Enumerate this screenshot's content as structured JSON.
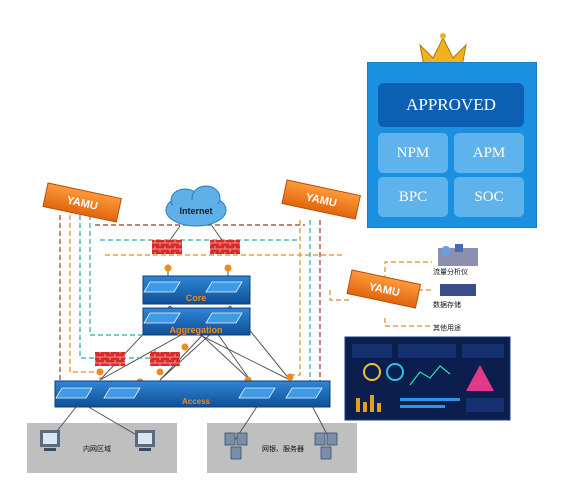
{
  "product_panel": {
    "badge": "APPROVED",
    "modules": [
      "NPM",
      "APM",
      "BPC",
      "SOC"
    ],
    "crown_icon": "crown-icon"
  },
  "network": {
    "internet": "Internet",
    "core": "Core",
    "aggregation": "Aggregation",
    "access": "Access",
    "appliance_brand": "YAMU",
    "outputs": [
      "流量分析仪",
      "数据存储",
      "其他用途"
    ],
    "zones": [
      "内网区域",
      "网银、服务器"
    ]
  },
  "colors": {
    "panel": "#1b8fe0",
    "panel_dark": "#0d5fb3",
    "cell": "#5fb3ec",
    "switch_blue": "#1565b0",
    "appliance": "#f07a1e",
    "firewall": "#d92a2a",
    "dash_orange": "#e08a2a",
    "dash_teal": "#2aa7b0",
    "dash_brown": "#9a3a2a"
  }
}
